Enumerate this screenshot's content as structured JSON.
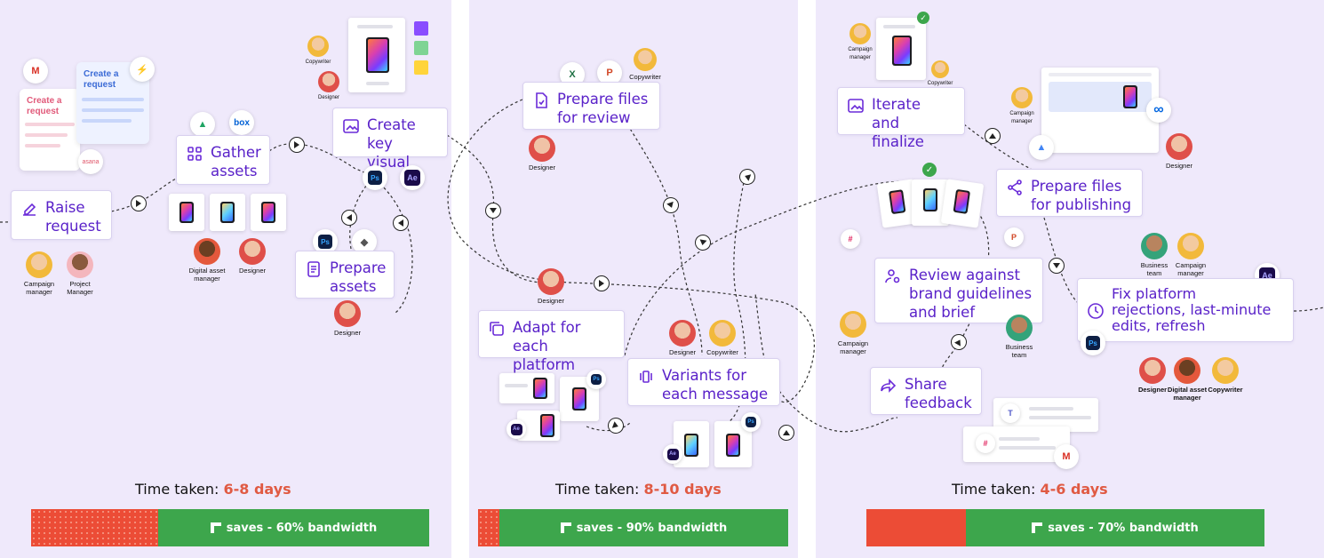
{
  "panels": [
    {
      "time_label": "Time taken:",
      "time_value": "6-8 days",
      "saves": "saves - 60% bandwidth",
      "manual_fraction": 0.32
    },
    {
      "time_label": "Time taken:",
      "time_value": "8-10 days",
      "saves": "saves - 90% bandwidth",
      "manual_fraction": 0.07
    },
    {
      "time_label": "Time taken:",
      "time_value": "4-6 days",
      "saves": "saves - 70% bandwidth",
      "manual_fraction": 0.25
    }
  ],
  "steps": {
    "raise_request": "Raise\nrequest",
    "gather_assets": "Gather\nassets",
    "create_key_visual": "Create\nkey visual",
    "prepare_assets": "Prepare\nassets",
    "prepare_files_review": "Prepare files\nfor review",
    "adapt_platform": "Adapt for\neach platform",
    "variants_message": "Variants for\neach message",
    "iterate_finalize": "Iterate\nand finalize",
    "prepare_files_publishing": "Prepare files\nfor publishing",
    "review_guidelines": "Review against\nbrand guidelines\nand brief",
    "share_feedback": "Share\nfeedback",
    "fix_platform": "Fix platform\nrejections, last-minute\nedits, refresh"
  },
  "request_cards": {
    "pink_title": "Create a\nrequest",
    "blue_title": "Create a\nrequest",
    "asana": "asana"
  },
  "roles": {
    "campaign_manager": "Campaign\nmanager",
    "project_manager": "Project\nManager",
    "digital_asset_manager": "Digital asset\nmanager",
    "designer": "Designer",
    "copywriter": "Copywriter",
    "business_team": "Business\nteam"
  },
  "apps": {
    "gmail": "M",
    "drive": "▲",
    "box": "box",
    "photoshop": "Ps",
    "after_effects": "Ae",
    "excel": "X",
    "powerpoint": "P",
    "meta": "∞",
    "ads": "▲",
    "slack": "#",
    "teams": "T",
    "jira": "⚡"
  },
  "colors": {
    "accent": "#5a22c9",
    "panel_bg": "#efe9fb",
    "bar_red": "#ec4c36",
    "bar_green": "#3da64c",
    "time_highlight": "#e05a43"
  }
}
